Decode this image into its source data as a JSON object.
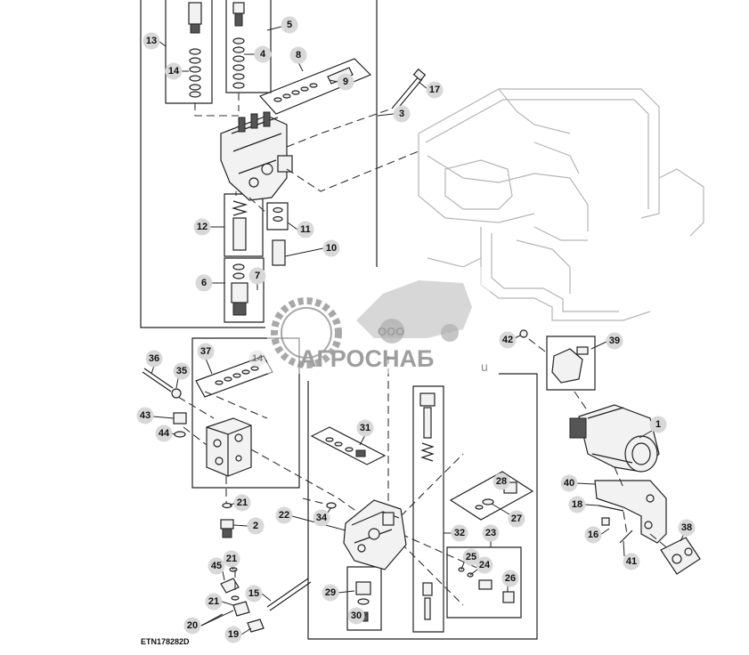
{
  "diagram": {
    "drawing_code": "ETN178282D",
    "callouts": [
      "1",
      "2",
      "3",
      "4",
      "5",
      "6",
      "7",
      "8",
      "9",
      "10",
      "11",
      "12",
      "13",
      "14",
      "15",
      "16",
      "17",
      "18",
      "19",
      "20",
      "21",
      "22",
      "23",
      "24",
      "25",
      "26",
      "27",
      "28",
      "29",
      "30",
      "31",
      "32",
      "34",
      "35",
      "36",
      "37",
      "38",
      "39",
      "40",
      "41",
      "42",
      "43",
      "44",
      "45"
    ],
    "fragment_u": "u"
  },
  "watermark": {
    "company_prefix": "ООО",
    "company_name": "АГРОСНАБ"
  },
  "colors": {
    "line": "#222222",
    "ghost_line": "#b5b5b5",
    "callout_fill": "#d8d8d8",
    "watermark": "#8e8e8e"
  }
}
